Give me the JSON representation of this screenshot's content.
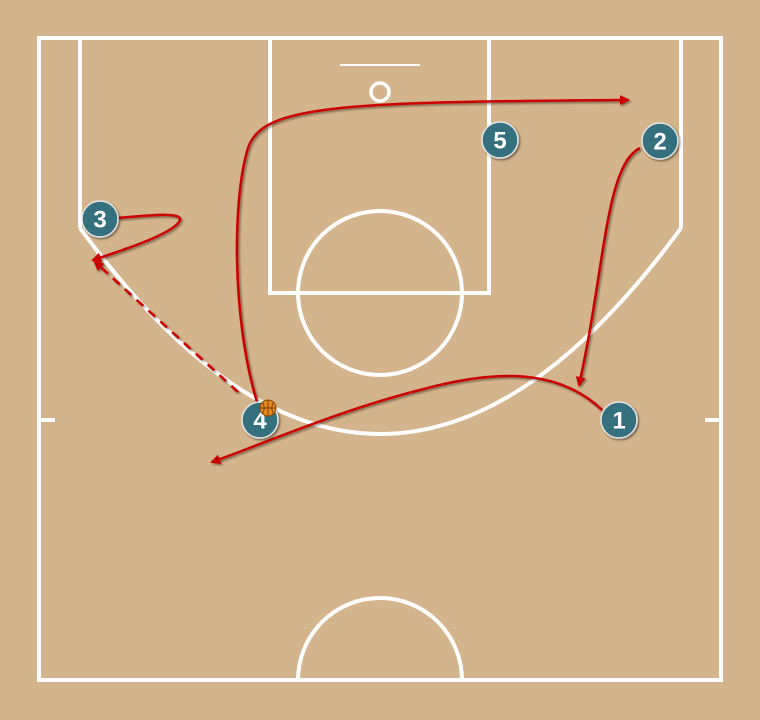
{
  "diagram": {
    "court_color": "#d4b48c",
    "line_color": "#ffffff",
    "action_color": "#cc0000",
    "player_color": "#36707f",
    "ball_color": "#e8891c",
    "players": [
      {
        "label": "1"
      },
      {
        "label": "2"
      },
      {
        "label": "3"
      },
      {
        "label": "4",
        "has_ball": true
      },
      {
        "label": "5"
      }
    ],
    "icons": [
      "basketball-icon"
    ]
  }
}
